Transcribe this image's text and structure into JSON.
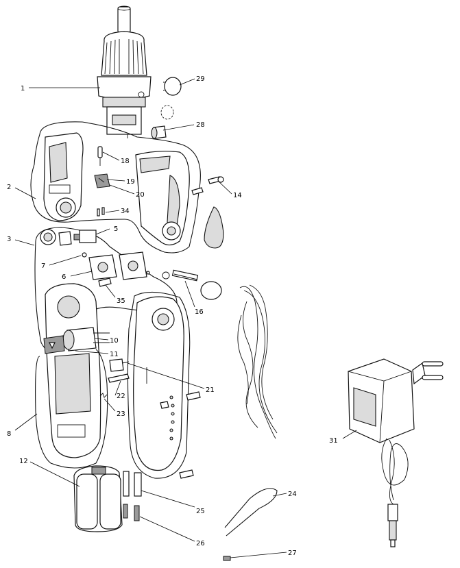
{
  "callouts": [
    {
      "id": "c1",
      "text": "1"
    },
    {
      "id": "c2",
      "text": "2"
    },
    {
      "id": "c3",
      "text": "3"
    },
    {
      "id": "c5",
      "text": "5"
    },
    {
      "id": "c6",
      "text": "6"
    },
    {
      "id": "c7",
      "text": "7"
    },
    {
      "id": "c8",
      "text": "8"
    },
    {
      "id": "c10",
      "text": "10"
    },
    {
      "id": "c11",
      "text": "11"
    },
    {
      "id": "c12",
      "text": "12"
    },
    {
      "id": "c14",
      "text": "14"
    },
    {
      "id": "c16",
      "text": "16"
    },
    {
      "id": "c18",
      "text": "18"
    },
    {
      "id": "c19",
      "text": "19"
    },
    {
      "id": "c20",
      "text": "20"
    },
    {
      "id": "c21",
      "text": "21"
    },
    {
      "id": "c22",
      "text": "22"
    },
    {
      "id": "c23",
      "text": "23"
    },
    {
      "id": "c24",
      "text": "24"
    },
    {
      "id": "c25",
      "text": "25"
    },
    {
      "id": "c26",
      "text": "26"
    },
    {
      "id": "c27",
      "text": "27"
    },
    {
      "id": "c28",
      "text": "28"
    },
    {
      "id": "c29",
      "text": "29"
    },
    {
      "id": "c31",
      "text": "31"
    },
    {
      "id": "c34",
      "text": "34"
    },
    {
      "id": "c35",
      "text": "35"
    }
  ]
}
